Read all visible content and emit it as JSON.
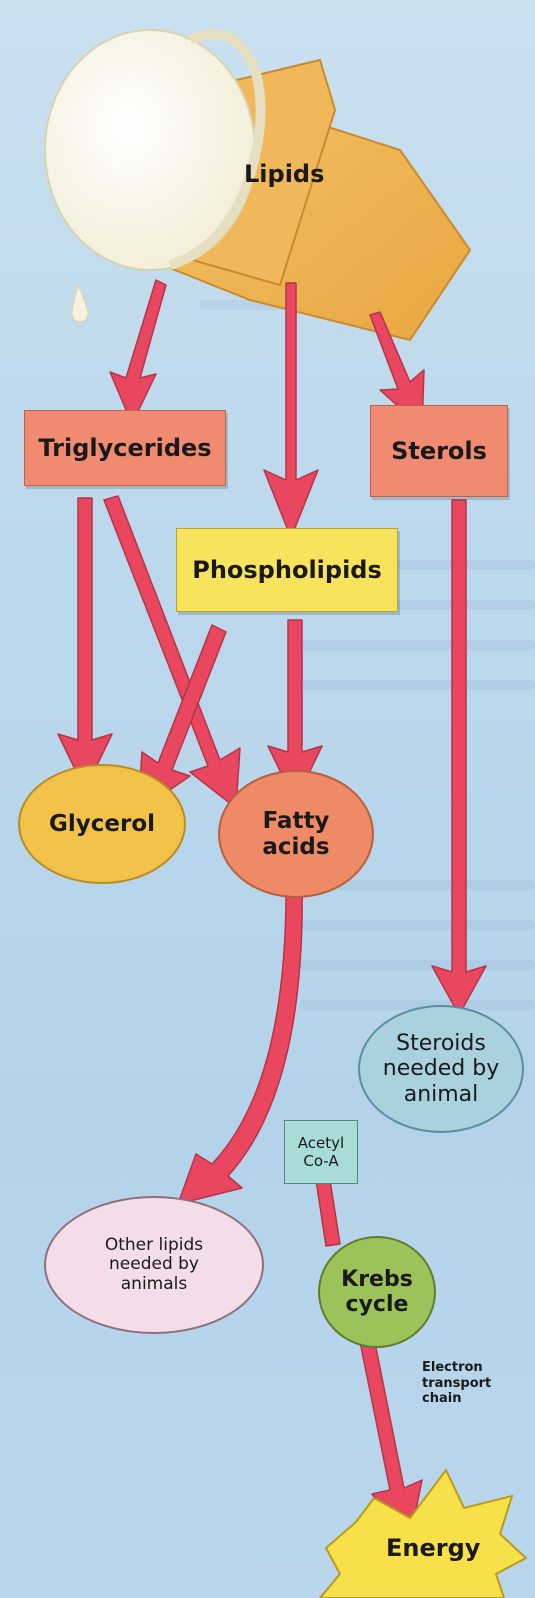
{
  "nodes": {
    "lipids": "Lipids",
    "triglycerides": "Triglycerides",
    "sterols": "Sterols",
    "phospholipids": "Phospholipids",
    "glycerol": "Glycerol",
    "fatty_acids_line1": "Fatty",
    "fatty_acids_line2": "acids",
    "steroids_line1": "Steroids",
    "steroids_line2": "needed by",
    "steroids_line3": "animal",
    "acetyl_line1": "Acetyl",
    "acetyl_line2": "Co-A",
    "other_lipids_line1": "Other lipids",
    "other_lipids_line2": "needed by",
    "other_lipids_line3": "animals",
    "krebs_line1": "Krebs",
    "krebs_line2": "cycle",
    "etc_line1": "Electron",
    "etc_line2": "transport",
    "etc_line3": "chain",
    "energy": "Energy"
  },
  "colors": {
    "arrow": "#e8475f",
    "salmon": "#f08a70",
    "yellow": "#f7e45c",
    "glycerol": "#f2c24a",
    "fatty": "#ee8a66",
    "steroids": "#a9d2de",
    "acetyl": "#a8dcd6",
    "other": "#f2dde8",
    "krebs": "#9cc25a",
    "energy": "#f7e04a"
  }
}
